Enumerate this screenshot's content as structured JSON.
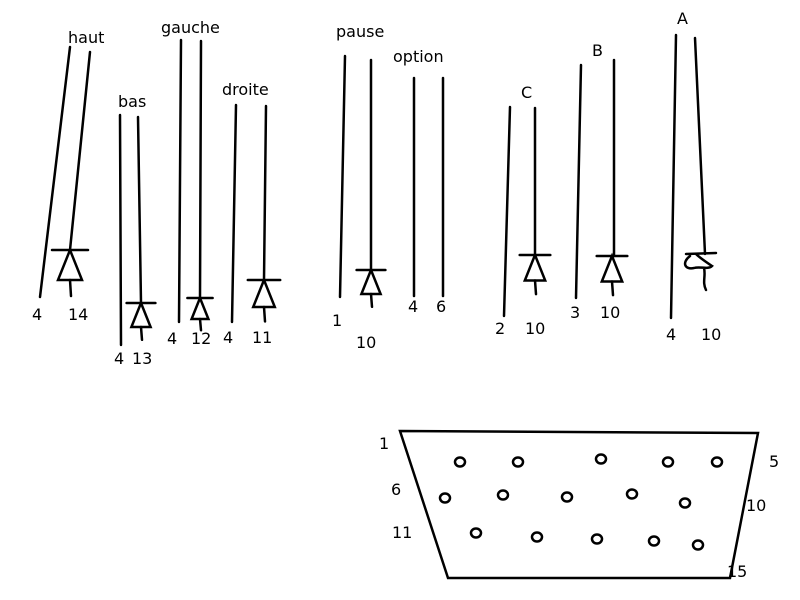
{
  "buttons": [
    {
      "id": "haut",
      "title": "haut",
      "pins": [
        "4",
        "14"
      ],
      "diode": true
    },
    {
      "id": "bas",
      "title": "bas",
      "pins": [
        "4",
        "13"
      ],
      "diode": true
    },
    {
      "id": "gauche",
      "title": "gauche",
      "pins": [
        "4",
        "12"
      ],
      "diode": true
    },
    {
      "id": "droite",
      "title": "droite",
      "pins": [
        "4",
        "11"
      ],
      "diode": true
    },
    {
      "id": "pause",
      "title": "pause",
      "pins": [
        "1",
        "10"
      ],
      "diode": true
    },
    {
      "id": "option",
      "title": "option",
      "pins": [
        "4",
        "6"
      ],
      "diode": false
    },
    {
      "id": "c",
      "title": "C",
      "pins": [
        "2",
        "10"
      ],
      "diode": true
    },
    {
      "id": "b",
      "title": "B",
      "pins": [
        "3",
        "10"
      ],
      "diode": true
    },
    {
      "id": "a",
      "title": "A",
      "pins": [
        "4",
        "10"
      ],
      "diode": true
    }
  ],
  "connector": {
    "pin_labels": [
      "1",
      "5",
      "6",
      "10",
      "11",
      "15"
    ]
  }
}
